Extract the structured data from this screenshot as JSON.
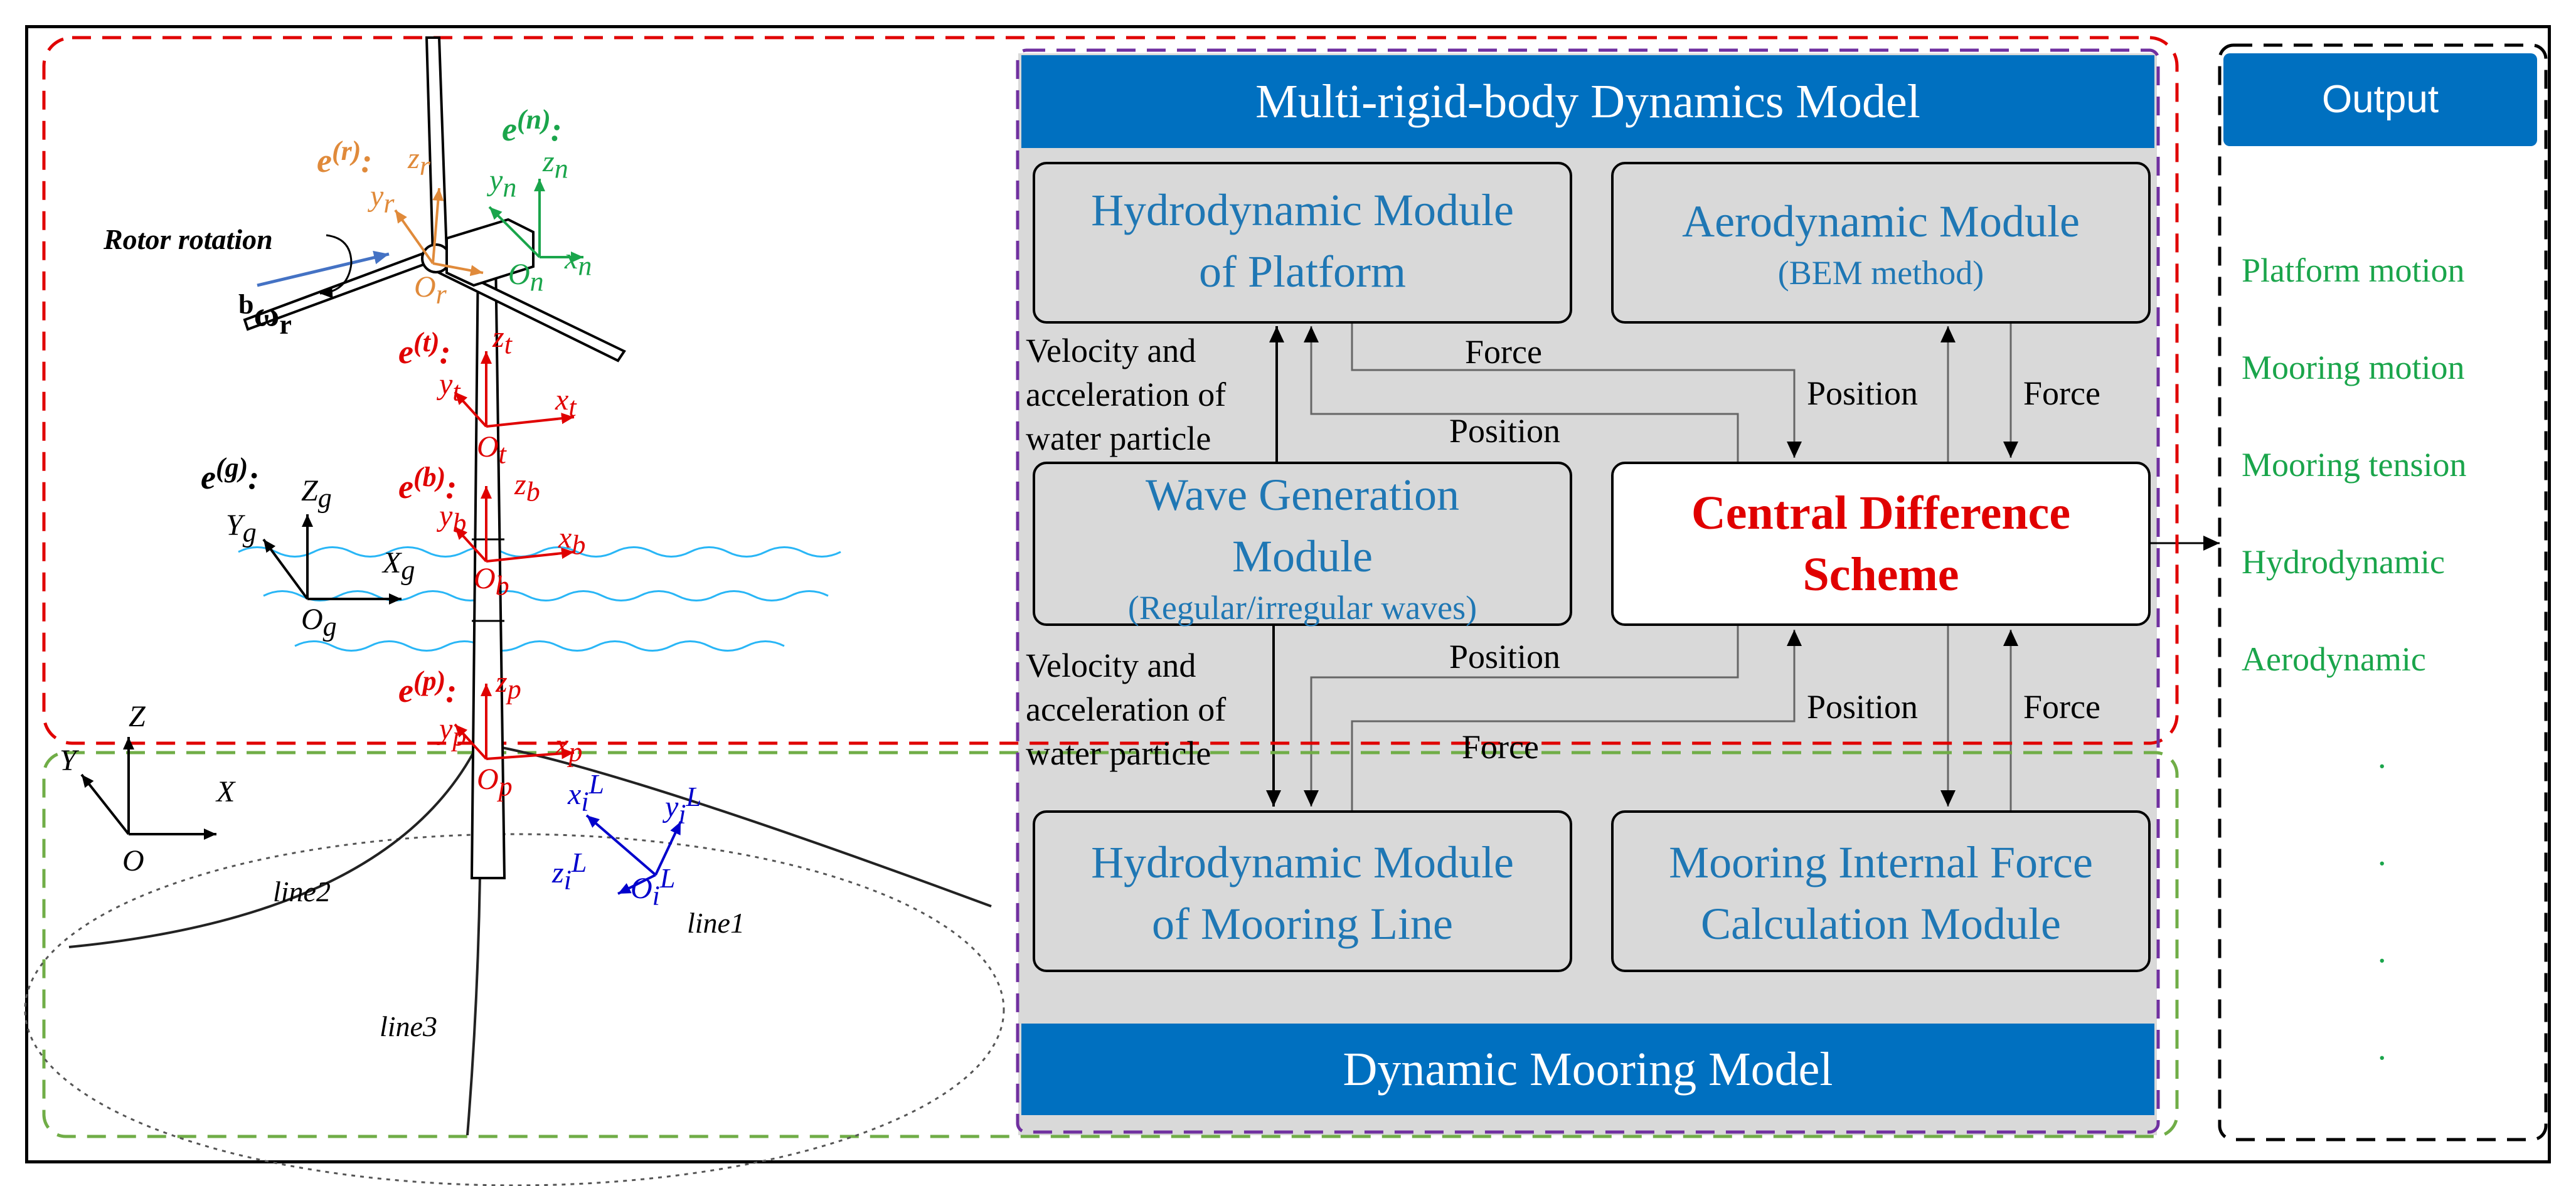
{
  "multi_rigid_body_model": "Multi-rigid-body Dynamics Model",
  "dynamic_mooring_model": "Dynamic Mooring Model",
  "output": {
    "title": "Output",
    "items": [
      "Platform motion",
      "Mooring motion",
      "Mooring tension",
      "Hydrodynamic",
      "Aerodynamic"
    ],
    "dots": [
      ".",
      ".",
      ".",
      "."
    ]
  },
  "modules": {
    "hydro_platform": [
      "Hydrodynamic Module",
      "of Platform"
    ],
    "aero": [
      "Aerodynamic Module",
      "(BEM method)"
    ],
    "wave": [
      "Wave Generation",
      "Module",
      "(Regular/irregular waves)"
    ],
    "central": [
      "Central Difference",
      "Scheme"
    ],
    "hydro_mooring": [
      "Hydrodynamic Module",
      "of Mooring Line"
    ],
    "mooring_internal": [
      "Mooring Internal Force",
      "Calculation Module"
    ]
  },
  "arrow_labels": {
    "velocity_top": [
      "Velocity and",
      "acceleration of",
      "water particle"
    ],
    "velocity_bottom": [
      "Velocity and",
      "acceleration of",
      "water particle"
    ],
    "force_top": "Force",
    "position_top_mid": "Position",
    "position_aero": "Position",
    "force_aero": "Force",
    "position_bottom_mid": "Position",
    "position_mooring": "Position",
    "force_mooring": "Force",
    "force_bottom": "Force"
  },
  "turbine": {
    "rotor_rotation": "Rotor rotation",
    "omega_sup": "b",
    "omega": "ω",
    "omega_sub": "r",
    "frames": {
      "n": {
        "label": "e",
        "sup": "(n)",
        "colon": ":",
        "color": "#1aa54b"
      },
      "r": {
        "label": "e",
        "sup": "(r)",
        "colon": ":",
        "color": "#e08a3a"
      },
      "t": {
        "label": "e",
        "sup": "(t)",
        "colon": ":",
        "color": "#e00000"
      },
      "g": {
        "label": "e",
        "sup": "(g)",
        "colon": ":",
        "color": "#000000"
      },
      "b": {
        "label": "e",
        "sup": "(b)",
        "colon": ":",
        "color": "#e00000"
      },
      "p": {
        "label": "e",
        "sup": "(p)",
        "colon": ":",
        "color": "#e00000"
      }
    },
    "axes": {
      "n": [
        "z",
        "n",
        "y",
        "n",
        "x",
        "n",
        "O",
        "n"
      ],
      "r": [
        "z",
        "r",
        "y",
        "r",
        "O",
        "r"
      ],
      "t": [
        "z",
        "t",
        "y",
        "t",
        "x",
        "t",
        "O",
        "t"
      ],
      "g": [
        "Z",
        "g",
        "Y",
        "g",
        "X",
        "g",
        "O",
        "g"
      ],
      "b": [
        "z",
        "b",
        "y",
        "b",
        "x",
        "b",
        "O",
        "b"
      ],
      "p": [
        "z",
        "p",
        "y",
        "p",
        "x",
        "p",
        "O",
        "p"
      ],
      "global": [
        "Z",
        "Y",
        "X",
        "O"
      ],
      "line_local": [
        "x",
        "i",
        "L",
        "y",
        "i",
        "L",
        "z",
        "i",
        "L",
        "O",
        "i",
        "L"
      ]
    },
    "lines": [
      "line2",
      "line1",
      "line3"
    ]
  },
  "colors": {
    "blue_bar": "#0070c0",
    "module_text": "#1f77b4",
    "central_text": "#e00000",
    "output_text": "#1aa54b",
    "red_dash": "#e00000",
    "green_dash": "#70ad47",
    "purple_dash": "#7030a0"
  }
}
